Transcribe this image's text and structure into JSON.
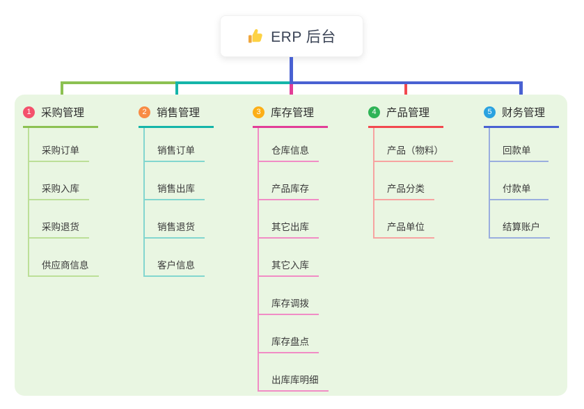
{
  "root": {
    "title": "ERP 后台",
    "icon": "thumbs-up-icon"
  },
  "palette": {
    "green": "#8cc152",
    "teal": "#15b5a9",
    "magenta": "#e23e97",
    "red": "#f2494f",
    "blue": "#4961d2",
    "panel_background": "#e9f6e2"
  },
  "branches": [
    {
      "index": "1",
      "label": "采购管理",
      "badge_color": "#f4516c",
      "line_color": "#8cc152",
      "light_color": "#bcdf98",
      "children": [
        "采购订单",
        "采购入库",
        "采购退货",
        "供应商信息"
      ]
    },
    {
      "index": "2",
      "label": "销售管理",
      "badge_color": "#f88b44",
      "line_color": "#15b5a9",
      "light_color": "#82d6cf",
      "children": [
        "销售订单",
        "销售出库",
        "销售退货",
        "客户信息"
      ]
    },
    {
      "index": "3",
      "label": "库存管理",
      "badge_color": "#fcaf17",
      "line_color": "#e23e97",
      "light_color": "#f18cc5",
      "children": [
        "仓库信息",
        "产品库存",
        "其它出库",
        "其它入库",
        "库存调拨",
        "库存盘点",
        "出库库明细"
      ]
    },
    {
      "index": "4",
      "label": "产品管理",
      "badge_color": "#2fb457",
      "line_color": "#f2494f",
      "light_color": "#f7a3a1",
      "children": [
        "产品（物料）",
        "产品分类",
        "产品单位"
      ]
    },
    {
      "index": "5",
      "label": "财务管理",
      "badge_color": "#2aa2e0",
      "line_color": "#4961d2",
      "light_color": "#9aaede",
      "children": [
        "回款单",
        "付款单",
        "结算账户"
      ]
    }
  ]
}
